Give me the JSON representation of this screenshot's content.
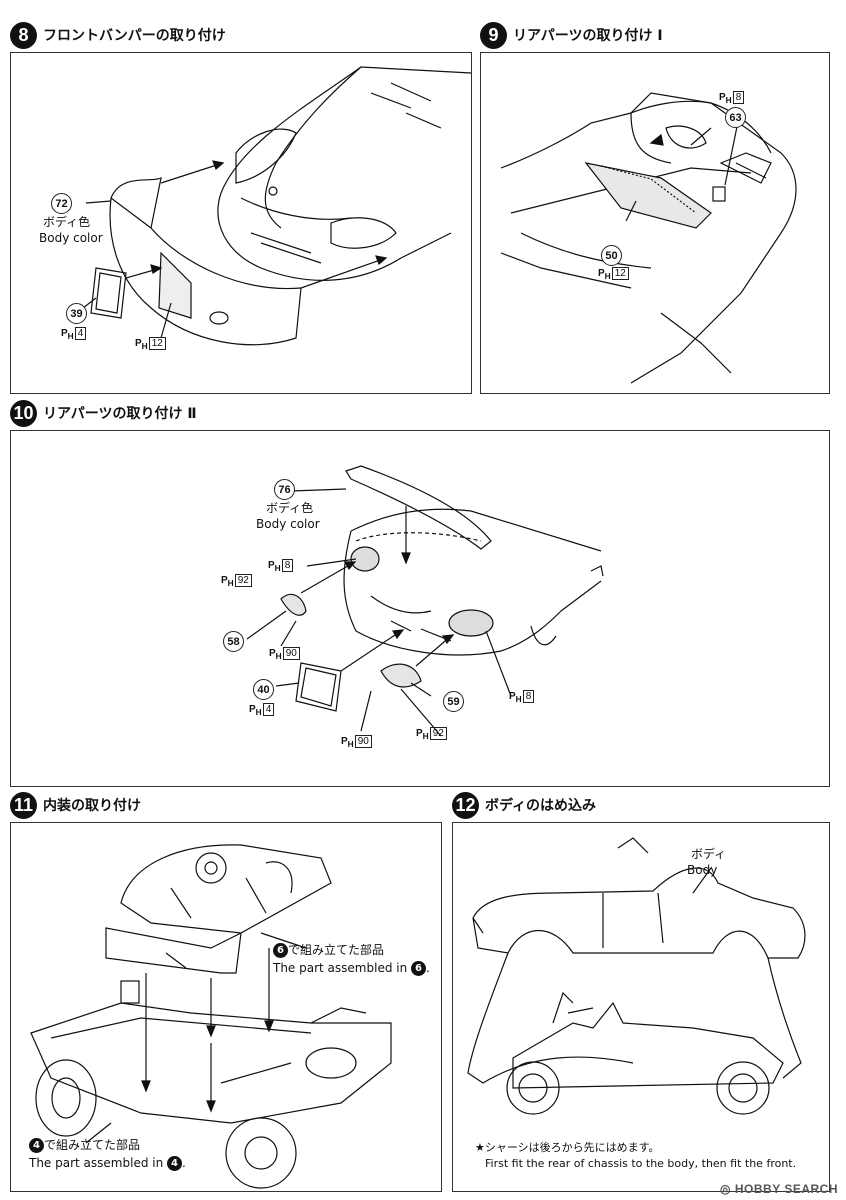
{
  "steps": [
    {
      "num": "8",
      "title": "フロントバンパーの取り付け"
    },
    {
      "num": "9",
      "title": "リアパーツの取り付け Ⅰ"
    },
    {
      "num": "10",
      "title": "リアパーツの取り付け Ⅱ"
    },
    {
      "num": "11",
      "title": "内装の取り付け"
    },
    {
      "num": "12",
      "title": "ボディのはめ込み"
    }
  ],
  "step8": {
    "part72": "72",
    "body_color_jp": "ボディ色",
    "body_color_en": "Body color",
    "part39": "39",
    "ph_prefix": "P",
    "ph_sub": "H",
    "ph39": "4",
    "ph_bumper": "12"
  },
  "step9": {
    "part63": "63",
    "ph63": "8",
    "part50": "50",
    "ph50": "12"
  },
  "step10": {
    "part76": "76",
    "body_color_jp": "ボディ色",
    "body_color_en": "Body color",
    "ph_top": "8",
    "ph_left": "92",
    "part58": "58",
    "ph58": "90",
    "part40": "40",
    "ph40": "4",
    "ph_bottom": "90",
    "part59": "59",
    "ph59": "92",
    "ph_right": "8"
  },
  "step11": {
    "ref6_num": "6",
    "ref6_jp": "で組み立てた部品",
    "ref6_en": "The part assembled in",
    "ref6_inline": "6",
    "ref4_num": "4",
    "ref4_jp": "で組み立てた部品",
    "ref4_en": "The part assembled in",
    "ref4_inline": "4"
  },
  "step12": {
    "body_jp": "ボディ",
    "body_en": "Body",
    "note_jp": "★シャーシは後ろから先にはめます。",
    "note_en": "First fit the rear of chassis to the body, then fit the front."
  },
  "watermark": "HOBBY SEARCH",
  "watermark_icon": "hobbysearch-logo-icon",
  "colors": {
    "ink": "#111111",
    "frame": "#333333",
    "glass": "#cccccc"
  }
}
